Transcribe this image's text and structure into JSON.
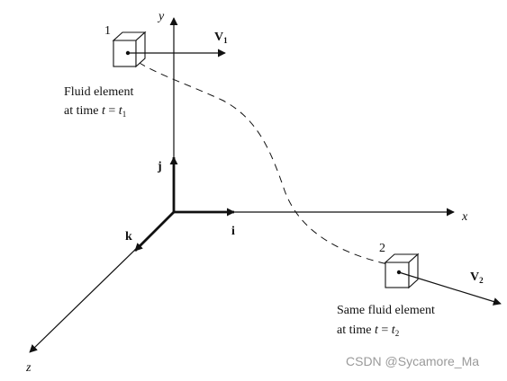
{
  "axes": {
    "x_label": "x",
    "y_label": "y",
    "z_label": "z",
    "i_label": "i",
    "j_label": "j",
    "k_label": "k"
  },
  "element1": {
    "number": "1",
    "velocity": "V",
    "velocity_sub": "1",
    "caption_line1": "Fluid element",
    "caption_line2_prefix": "at time ",
    "caption_t": "t",
    "caption_eq": " = ",
    "caption_t2": "t",
    "caption_sub": "1"
  },
  "element2": {
    "number": "2",
    "velocity": "V",
    "velocity_sub": "2",
    "caption_line1": "Same fluid element",
    "caption_line2_prefix": "at time ",
    "caption_t": "t",
    "caption_eq": " = ",
    "caption_t2": "t",
    "caption_sub": "2"
  },
  "watermark": "CSDN @Sycamore_Ma"
}
